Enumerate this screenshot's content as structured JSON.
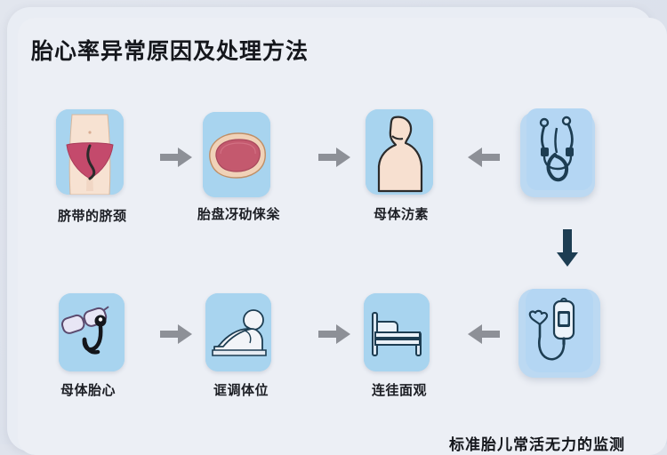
{
  "page": {
    "title": "胎心率异常原因及处理方法",
    "background_color": "#dfe3ec",
    "card_color": "#eceff5",
    "tile_color": "#a8d4ef",
    "panel_color": "#bcd9f2",
    "arrow_color": "#8d9097",
    "text_color": "#15171c",
    "bottom_note": "标准胎儿常活无力的监测"
  },
  "rows": [
    {
      "name": "causes-row",
      "steps": [
        {
          "label": "脐带的脐颈",
          "icon": "pelvis-umbilical-cord-icon"
        },
        {
          "label": "胎盘冴劯俫枀",
          "icon": "placenta-icon"
        },
        {
          "label": "母体汸素",
          "icon": "maternal-torso-icon"
        }
      ],
      "endpoint": {
        "label": "stethoscope",
        "icon": "stethoscope-icon"
      },
      "arrows": [
        "arrow-right",
        "arrow-right",
        "arrow-left"
      ]
    },
    {
      "name": "treatment-row",
      "steps": [
        {
          "label": "母体胎心",
          "icon": "glasses-stethoscope-icon"
        },
        {
          "label": "诓调体位",
          "icon": "lateral-position-icon"
        },
        {
          "label": "连徍面观",
          "icon": "bed-rest-icon"
        }
      ],
      "endpoint": {
        "label": "fetal-doppler",
        "icon": "fetal-doppler-icon"
      },
      "arrows": [
        "arrow-right",
        "arrow-right",
        "arrow-left"
      ]
    }
  ],
  "vertical_arrow": {
    "icon": "arrow-down-icon",
    "color": "#1d3d52"
  }
}
